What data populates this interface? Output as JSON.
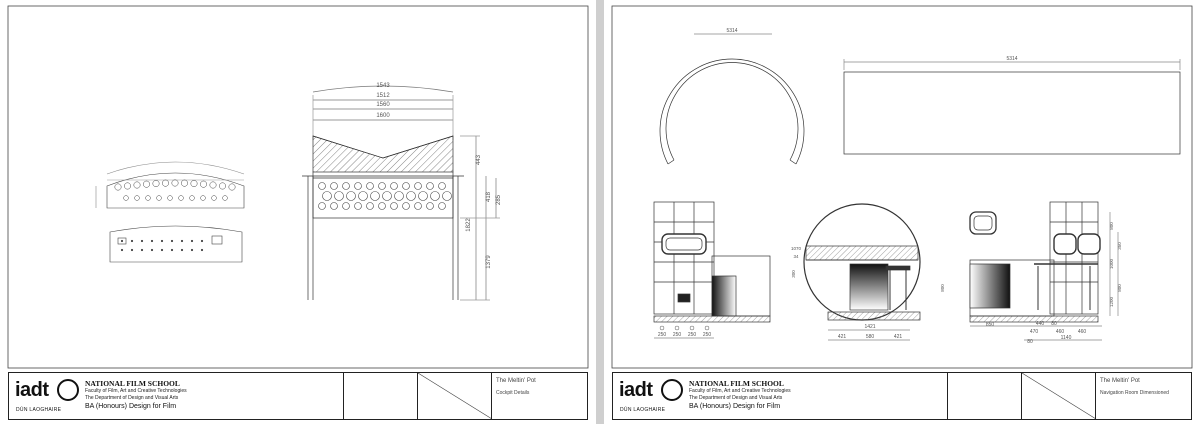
{
  "sheets": [
    {
      "id": "left",
      "dimensions": {
        "arc_top": "1543",
        "arc_second": "1512",
        "width_1560": "1560",
        "width_1600": "1600",
        "height_443": "443",
        "height_418": "418",
        "height_285": "285",
        "height_1822": "1822",
        "height_1379": "1379"
      },
      "title_block": {
        "school_name": "NATIONAL FILM SCHOOL",
        "faculty": "Faculty of Film, Art and Creative Technologies",
        "department": "The Department of Design and Visual Arts",
        "degree": "BA (Honours) Design for Film",
        "logo_word": "iadt",
        "logo_sub": "DÚN LAOGHAIRE",
        "project": "The Meltin' Pot",
        "drawing": "Cockpit Details"
      }
    },
    {
      "id": "right",
      "dimensions": {
        "arc_width": "5314",
        "rect_width": "5314",
        "bay_250_a": "250",
        "bay_250_b": "250",
        "bay_250_c": "250",
        "bay_250_d": "250",
        "circle_1421": "1421",
        "circle_421_a": "421",
        "circle_580": "580",
        "circle_421_b": "421",
        "right_850": "850",
        "right_440": "440",
        "right_80": "80",
        "right_470": "470",
        "right_460": "460",
        "right_460b": "460",
        "right_80b": "80",
        "right_1140": "1140",
        "right_v_800": "800",
        "right_v_350": "350",
        "right_v_1000": "1000",
        "right_v_800b": "800",
        "right_v_1200": "1200",
        "circle_v_300": "300",
        "circle_v_800": "800",
        "circle_v_1070": "1070",
        "circle_v_34": "34"
      },
      "title_block": {
        "school_name": "NATIONAL FILM SCHOOL",
        "faculty": "Faculty of Film, Art and Creative Technologies",
        "department": "The Department of Design and Visual Arts",
        "degree": "BA (Honours) Design for Film",
        "logo_word": "iadt",
        "logo_sub": "DÚN LAOGHAIRE",
        "project": "The Meltin' Pot",
        "drawing": "Navigation Room Dimensioned"
      }
    }
  ],
  "colors": {
    "line": "#333333",
    "hatch": "#555555",
    "dimension": "#777777"
  }
}
